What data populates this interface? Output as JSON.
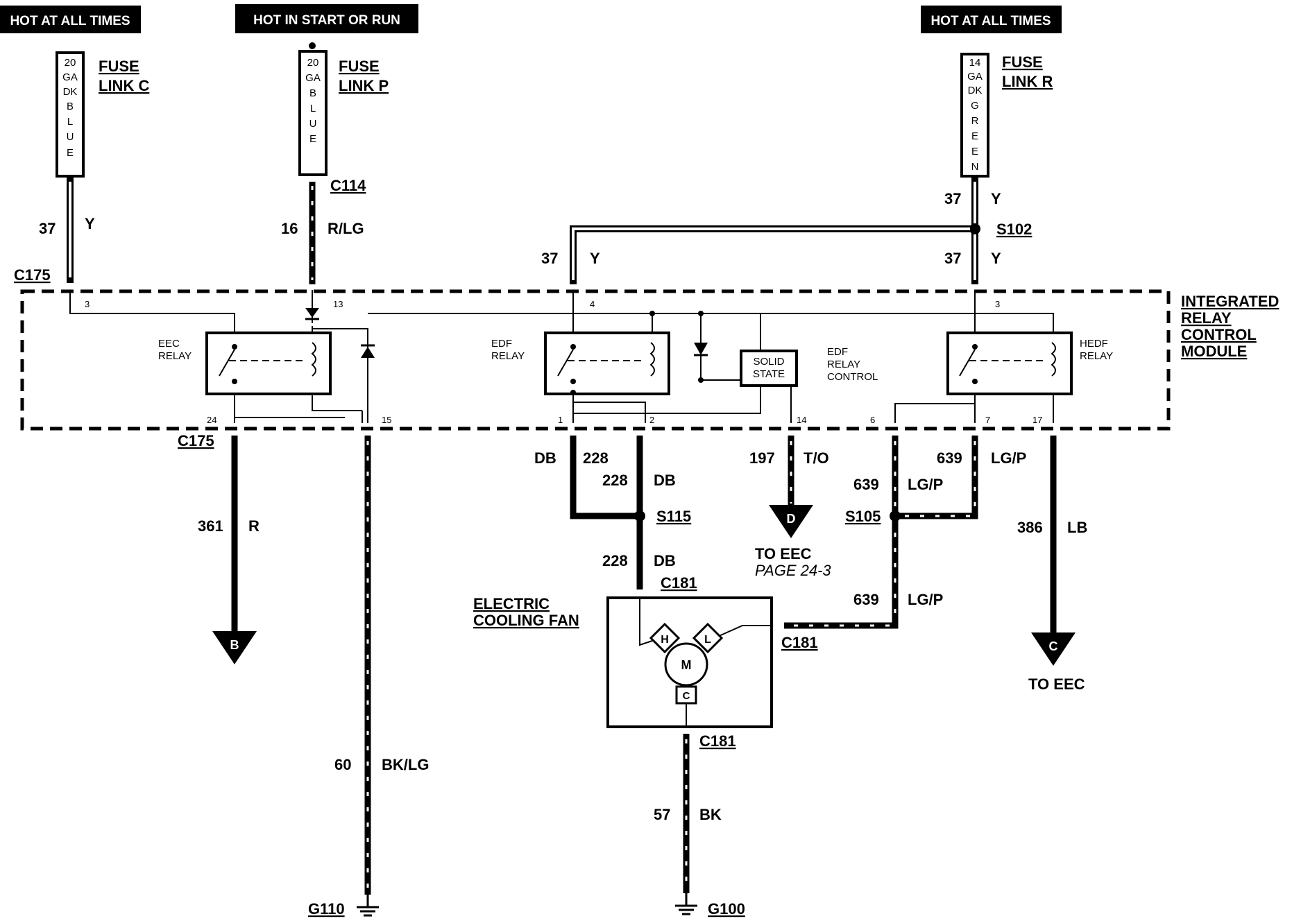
{
  "headers": {
    "left": "HOT AT ALL TIMES",
    "middle": "HOT IN  START OR RUN",
    "right": "HOT AT ALL TIMES"
  },
  "fuses": {
    "c": {
      "gauge_chars": [
        "20",
        "GA",
        "DK",
        "B",
        "L",
        "U",
        "E"
      ],
      "label1": "FUSE",
      "label2": "LINK C"
    },
    "p": {
      "gauge_chars": [
        "20",
        "GA",
        "B",
        "L",
        "U",
        "E"
      ],
      "label1": "FUSE",
      "label2": "LINK P"
    },
    "r": {
      "gauge_chars": [
        "14",
        "GA",
        "DK",
        "G",
        "R",
        "E",
        "E",
        "N"
      ],
      "label1": "FUSE",
      "label2": "LINK R"
    }
  },
  "connectors": {
    "c175_top": "C175",
    "c175_bottom": "C175",
    "c114": "C114",
    "c181_top": "C181",
    "c181_right": "C181",
    "c181_bottom": "C181",
    "s102": "S102",
    "s115": "S115",
    "s105": "S105",
    "g110": "G110",
    "g100": "G100"
  },
  "wires": {
    "w37_left_num": "37",
    "w37_left_color": "Y",
    "w16_num": "16",
    "w16_color": "R/LG",
    "w37_mid_num": "37",
    "w37_mid_color": "Y",
    "w37_rtop_num": "37",
    "w37_rtop_color": "Y",
    "w37_rbot_num": "37",
    "w37_rbot_color": "Y",
    "w361_num": "361",
    "w361_color": "R",
    "w60_num": "60",
    "w60_color": "BK/LG",
    "wdb_left_color": "DB",
    "w228_a_num": "228",
    "w228_b_num": "228",
    "w228_b_color": "DB",
    "w228_c_num": "228",
    "w228_c_color": "DB",
    "w197_num": "197",
    "w197_color": "T/O",
    "w639_a_num": "639",
    "w639_a_color": "LG/P",
    "w639_b_num": "639",
    "w639_b_color": "LG/P",
    "w639_c_num": "639",
    "w639_c_color": "LG/P",
    "w386_num": "386",
    "w386_color": "LB",
    "w57_num": "57",
    "w57_color": "BK"
  },
  "pins": {
    "p3a": "3",
    "p13": "13",
    "p4": "4",
    "p3b": "3",
    "p24": "24",
    "p15": "15",
    "p1": "1",
    "p2": "2",
    "p14": "14",
    "p6": "6",
    "p7": "7",
    "p17": "17"
  },
  "module": {
    "line1": "INTEGRATED",
    "line2": "RELAY",
    "line3": "CONTROL",
    "line4": "MODULE"
  },
  "relays": {
    "eec1": "EEC",
    "eec2": "RELAY",
    "edf1": "EDF",
    "edf2": "RELAY",
    "hedf1": "HEDF",
    "hedf2": "RELAY",
    "ss1": "SOLID",
    "ss2": "STATE",
    "ctl1": "EDF",
    "ctl2": "RELAY",
    "ctl3": "CONTROL"
  },
  "fan": {
    "label1": "ELECTRIC",
    "label2": "COOLING FAN",
    "h": "H",
    "l": "L",
    "m": "M",
    "c": "C"
  },
  "refs": {
    "b": "B",
    "d": "D",
    "c": "C",
    "to_eec_d": "TO EEC",
    "page": "PAGE 24-3",
    "to_eec_c": "TO EEC"
  }
}
